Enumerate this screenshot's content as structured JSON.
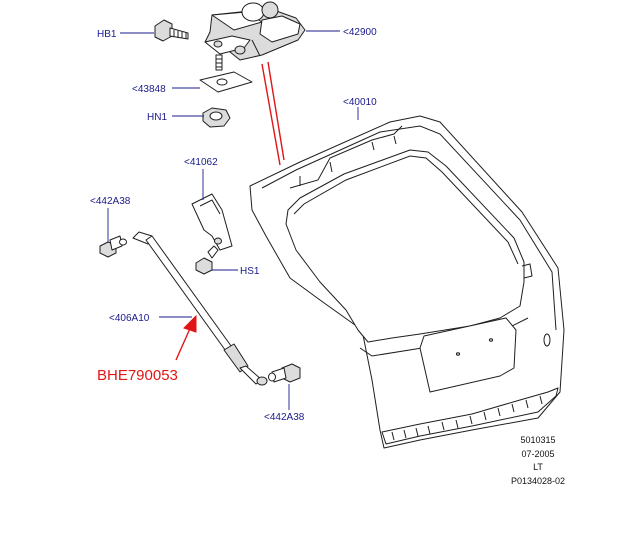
{
  "callouts": {
    "hb1": "HB1",
    "c42900": "<42900",
    "c43848": "<43848",
    "hn1": "HN1",
    "c40010": "<40010",
    "c41062": "<41062",
    "c442a38_top": "<442A38",
    "hs1": "HS1",
    "c406a10": "<406A10",
    "c442a38_bottom": "<442A38"
  },
  "highlight": {
    "part_number": "BHE790053",
    "color": "#e01515"
  },
  "stamp": {
    "line1": "5010315",
    "line2": "07-2005",
    "line3": "LT",
    "line4": "P0134028-02"
  },
  "colors": {
    "callout_text": "#1a1a8c",
    "outline": "#1f1f1f"
  }
}
